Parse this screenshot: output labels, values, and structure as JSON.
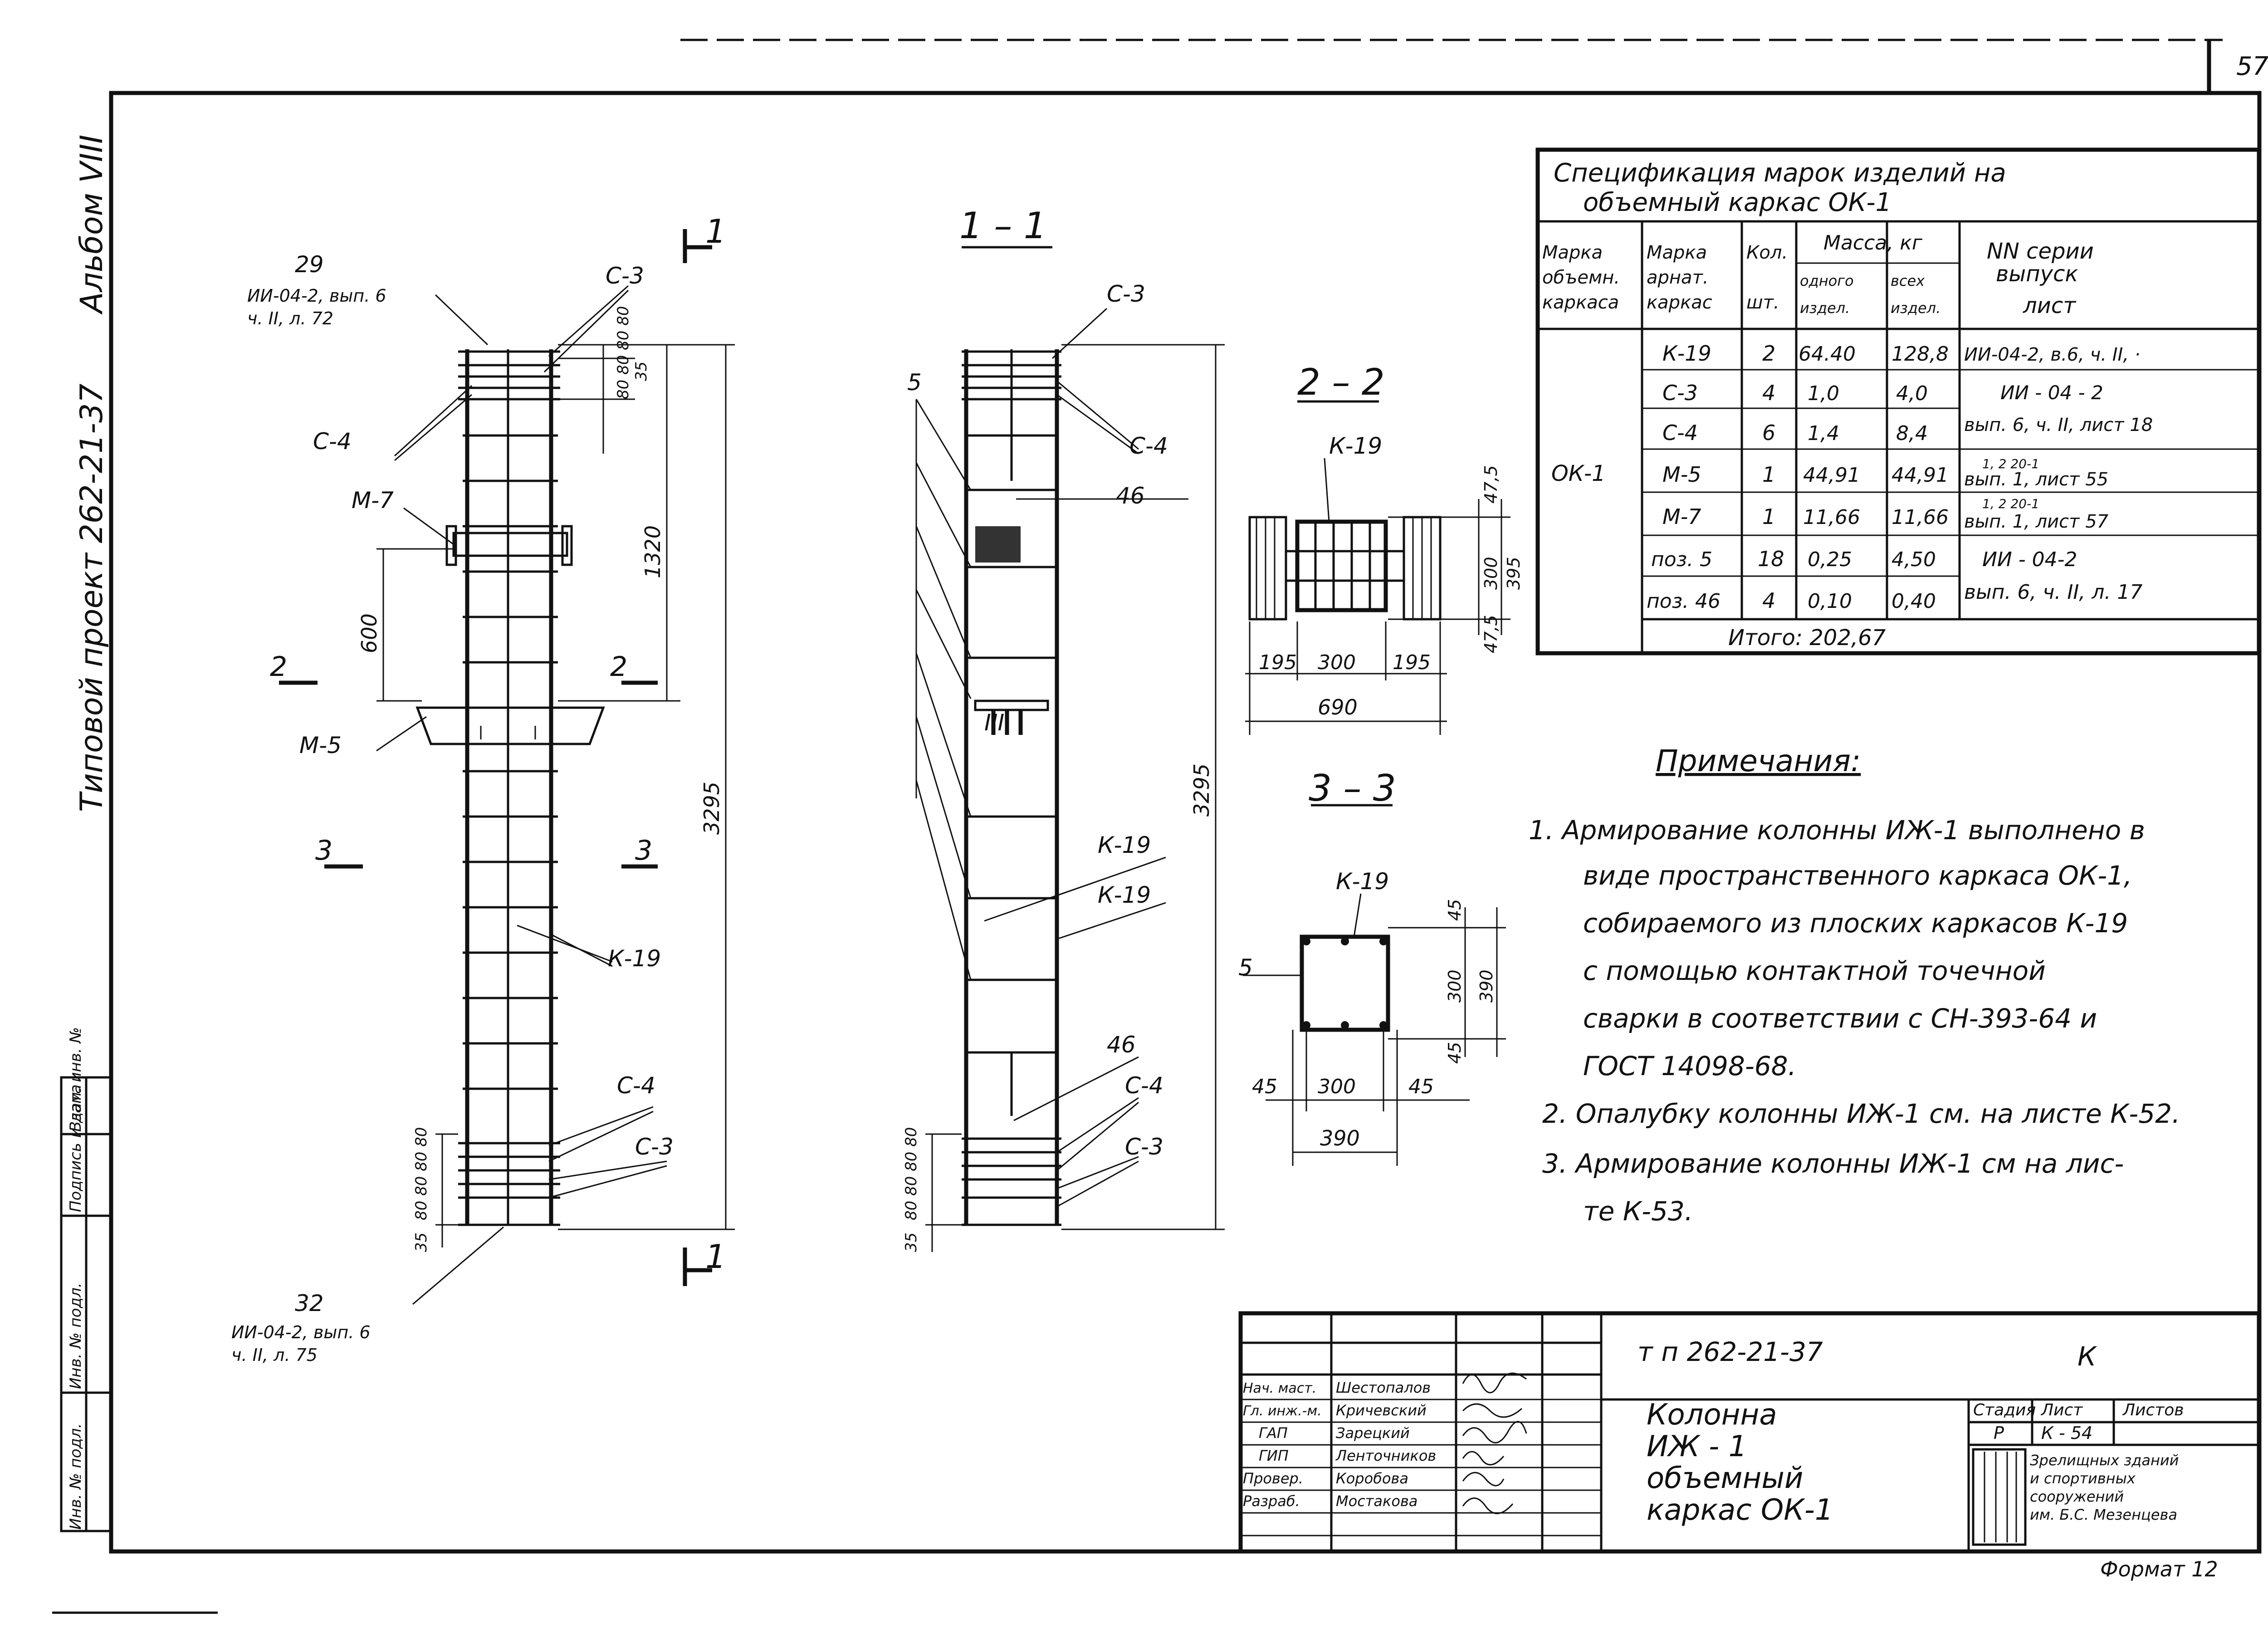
{
  "sheet": {
    "page_number": "57",
    "album_vertical": "Альбом VIII",
    "project_vertical": "Типовой проект 262-21-37"
  },
  "stamp_column": [
    "Взам. инв. №",
    "Подпись и дата",
    "Инв. № подл.",
    "Инв. № подл."
  ],
  "elevation": {
    "callout_top": {
      "num": "29",
      "ref1": "ИИ-04-2, вып. 6",
      "ref2": "ч. II, л. 72"
    },
    "callout_bottom": {
      "num": "32",
      "ref1": "ИИ-04-2, вып. 6",
      "ref2": "ч. II, л. 75"
    },
    "labels": {
      "c3_top": "С-3",
      "c4_top": "С-4",
      "m7": "М-7",
      "m5": "М-5",
      "k19": "К-19",
      "c4_bottom": "С-4",
      "c3_bottom": "С-3"
    },
    "cut_1": "1",
    "cut_2_left": "2",
    "cut_2_right": "2",
    "cut_3_left": "3",
    "cut_3_right": "3",
    "dims": {
      "d1320": "1320",
      "d3295": "3295",
      "d600": "600",
      "d35": "35",
      "top_spacing": "80 80 80 80",
      "bottom_spacing": "80 80 80 80"
    }
  },
  "section_1_1": {
    "title": "1 – 1",
    "labels": {
      "c3_top": "С-3",
      "c4_top": "С-4",
      "p46_top": "46",
      "p5": "5",
      "iii": "III",
      "k19_a": "К-19",
      "k19_b": "К-19",
      "p46_bottom": "46",
      "c4_bottom": "С-4",
      "c3_bottom": "С-3"
    },
    "dims": {
      "d3295": "3295",
      "d35": "35",
      "bottom_spacing": "80 80 80 80"
    }
  },
  "section_2_2": {
    "title": "2 – 2",
    "label_k19": "К-19",
    "dims": {
      "d195": "195",
      "d300": "300",
      "d690": "690",
      "d47_5": "47,5",
      "d395": "395"
    }
  },
  "section_3_3": {
    "title": "3 – 3",
    "label_k19": "К-19",
    "label_5": "5",
    "dims": {
      "d45": "45",
      "d300": "300",
      "d390": "390"
    }
  },
  "spec_table": {
    "title_line1": "Спецификация марок изделий на",
    "title_line2": "объемный каркас ОК-1",
    "headers": {
      "mark_obj": [
        "Марка",
        "объемн.",
        "каркаса"
      ],
      "mark_arm": [
        "Марка",
        "арнат.",
        "каркас"
      ],
      "qty": [
        "Кол.",
        "шт."
      ],
      "mass": "Масса, кг",
      "mass_one": [
        "одного",
        "издел."
      ],
      "mass_all": [
        "всех",
        "издел."
      ],
      "series": [
        "NN серии",
        "выпуск",
        "лист"
      ]
    },
    "frame_mark": "ОК-1",
    "rows": [
      {
        "mark": "К-19",
        "qty": "2",
        "mass_one": "64.40",
        "mass_all": "128,8"
      },
      {
        "mark": "С-3",
        "qty": "4",
        "mass_one": "1,0",
        "mass_all": "4,0"
      },
      {
        "mark": "С-4",
        "qty": "6",
        "mass_one": "1,4",
        "mass_all": "8,4"
      },
      {
        "mark": "М-5",
        "qty": "1",
        "mass_one": "44,91",
        "mass_all": "44,91"
      },
      {
        "mark": "М-7",
        "qty": "1",
        "mass_one": "11,66",
        "mass_all": "11,66"
      },
      {
        "mark": "поз. 5",
        "qty": "18",
        "mass_one": "0,25",
        "mass_all": "4,50"
      },
      {
        "mark": "поз. 46",
        "qty": "4",
        "mass_one": "0,10",
        "mass_all": "0,40"
      }
    ],
    "series_refs": [
      "ИИ-04-2, в.6, ч. II, ·",
      "ИИ - 04 - 2",
      "вып. 6, ч. II, лист 18",
      "1, 2 20-1",
      "вып. 1, лист 55",
      "1, 2 20-1",
      "вып. 1, лист 57",
      "ИИ - 04-2",
      "вып. 6, ч. II, л. 17"
    ],
    "total": "Итого: 202,67"
  },
  "notes": {
    "title": "Примечания:",
    "lines": [
      "1.  Армирование колонны ИЖ-1 выполнено в",
      "виде пространственного каркаса ОК-1,",
      "собираемого из плоских каркасов К-19",
      "с помощью контактной точечной",
      "сварки в соответствии с СН-393-64 и",
      "ГОСТ 14098-68.",
      "2.  Опалубку колонны ИЖ-1 см. на листе К-52.",
      "3.  Армирование колонны ИЖ-1 см на лис-",
      "те К-53."
    ]
  },
  "title_block": {
    "staff": [
      {
        "role": "Нач. маст.",
        "name": "Шестопалов"
      },
      {
        "role": "Гл. инж.-м.",
        "name": "Кричевский"
      },
      {
        "role": "ГАП",
        "name": "Зарецкий"
      },
      {
        "role": "ГИП",
        "name": "Ленточников"
      },
      {
        "role": "Провер.",
        "name": "Коробова"
      },
      {
        "role": "Разраб.",
        "name": "Мостакова"
      }
    ],
    "doc_code": "т п  262-21-37",
    "sheet_letter": "К",
    "title_lines": [
      "Колонна",
      "ИЖ - 1",
      "объемный",
      "каркас  ОК-1"
    ],
    "stage_label": "Стадия",
    "sheet_label": "Лист",
    "sheets_label": "Листов",
    "stage": "Р",
    "sheet": "К - 54",
    "org_lines": [
      "Зрелищных зданий",
      "и спортивных",
      "сооружений",
      "им. Б.С. Мезенцева"
    ],
    "format": "Формат 12"
  }
}
